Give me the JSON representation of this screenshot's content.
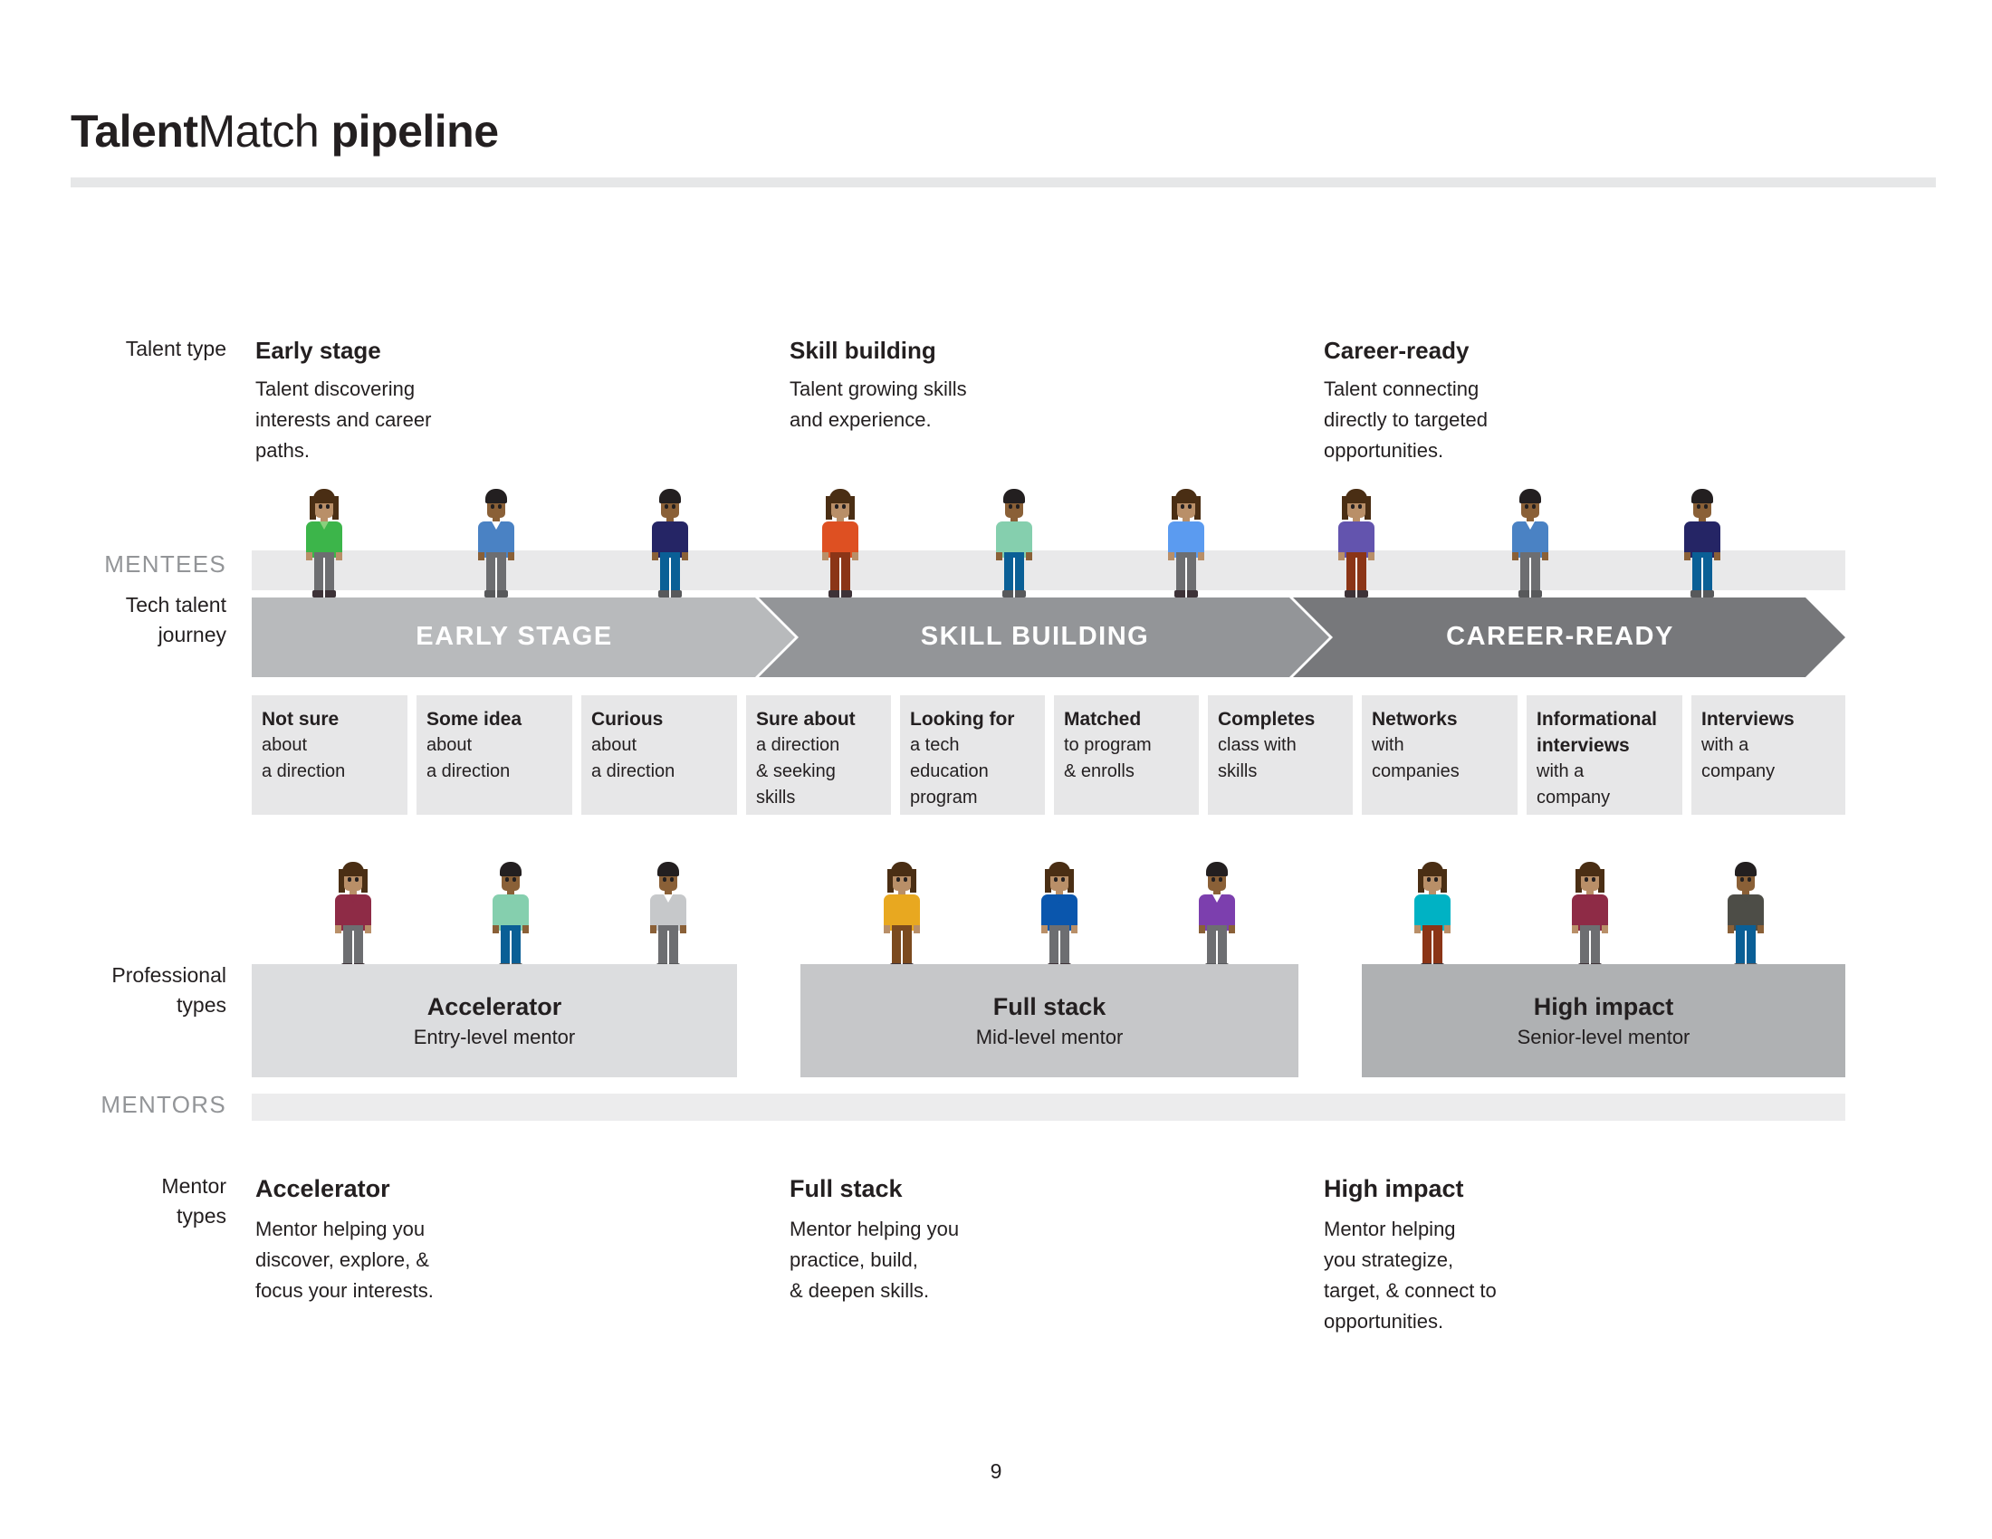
{
  "title": {
    "part_bold_1": "Talent",
    "part_light": "Match",
    "part_bold_2": " pipeline"
  },
  "gutter_labels": {
    "talent_type": "Talent type",
    "mentees": "MENTEES",
    "tech_talent_journey_l1": "Tech talent",
    "tech_talent_journey_l2": "journey",
    "professional_types_l1": "Professional",
    "professional_types_l2": "types",
    "mentors": "MENTORS",
    "mentor_types_l1": "Mentor",
    "mentor_types_l2": "types"
  },
  "talent_types": [
    {
      "title": "Early stage",
      "desc_l1": "Talent discovering",
      "desc_l2": "interests and career",
      "desc_l3": "paths."
    },
    {
      "title": "Skill building",
      "desc_l1": "Talent growing skills",
      "desc_l2": "and experience.",
      "desc_l3": ""
    },
    {
      "title": "Career-ready",
      "desc_l1": "Talent connecting",
      "desc_l2": "directly to targeted",
      "desc_l3": "opportunities."
    }
  ],
  "journey_arrow": {
    "segments": [
      {
        "label": "EARLY STAGE",
        "color": "#b8babc"
      },
      {
        "label": "SKILL BUILDING",
        "color": "#939598"
      },
      {
        "label": "CAREER-READY",
        "color": "#77787b"
      }
    ]
  },
  "stage_boxes": [
    {
      "bold": "Not sure",
      "lines": [
        "about",
        "a direction"
      ]
    },
    {
      "bold": "Some idea",
      "lines": [
        "about",
        "a direction"
      ]
    },
    {
      "bold": "Curious",
      "lines": [
        "about",
        "a direction"
      ]
    },
    {
      "bold": "Sure about",
      "lines": [
        "a direction",
        "& seeking",
        "skills"
      ]
    },
    {
      "bold": "Looking for",
      "lines": [
        "a tech",
        "education",
        "program"
      ]
    },
    {
      "bold": "Matched",
      "lines": [
        "to program",
        "& enrolls"
      ]
    },
    {
      "bold": "Completes",
      "lines": [
        "class with",
        "skills"
      ]
    },
    {
      "bold": "Networks",
      "lines": [
        "with",
        "companies"
      ]
    },
    {
      "bold": "Informational interviews",
      "lines": [
        "with a",
        "company"
      ]
    },
    {
      "bold": "Interviews",
      "lines": [
        "with a",
        "company"
      ]
    }
  ],
  "professional_bands": [
    {
      "title": "Accelerator",
      "sub": "Entry-level mentor",
      "color": "#dcdddf"
    },
    {
      "title": "Full stack",
      "sub": "Mid-level mentor",
      "color": "#c6c7c9"
    },
    {
      "title": "High impact",
      "sub": "Senior-level mentor",
      "color": "#afb1b3"
    }
  ],
  "mentor_types": [
    {
      "title": "Accelerator",
      "desc_l1": "Mentor helping you",
      "desc_l2": "discover, explore, &",
      "desc_l3": "focus your interests.",
      "desc_l4": ""
    },
    {
      "title": "Full stack",
      "desc_l1": "Mentor helping you",
      "desc_l2": "practice, build,",
      "desc_l3": "& deepen skills.",
      "desc_l4": ""
    },
    {
      "title": "High impact",
      "desc_l1": "Mentor helping",
      "desc_l2": "you strategize,",
      "desc_l3": "target, & connect to",
      "desc_l4": "opportunities."
    }
  ],
  "mentee_figures": [
    {
      "hair": "#4a2e14",
      "long": true,
      "skin": "#b98f68",
      "top": "#3cb54a",
      "collar": "#8bcf7d",
      "legs": "#6d6e71",
      "shoes": "#3d3237"
    },
    {
      "hair": "#231f20",
      "long": false,
      "skin": "#8a6037",
      "top": "#4a82c4",
      "collar": "#ffffff",
      "legs": "#6d6e71",
      "shoes": "#58595b"
    },
    {
      "hair": "#231f20",
      "long": false,
      "skin": "#8a6037",
      "top": "#252565",
      "collar": "#252565",
      "legs": "#0a5f96",
      "shoes": "#58595b"
    },
    {
      "hair": "#4a2e14",
      "long": true,
      "skin": "#b98f68",
      "top": "#de5022",
      "collar": "#de5022",
      "legs": "#8b3517",
      "shoes": "#3d3237"
    },
    {
      "hair": "#231f20",
      "long": false,
      "skin": "#8a6037",
      "top": "#85cfae",
      "collar": "#85cfae",
      "legs": "#0a5f96",
      "shoes": "#58595b"
    },
    {
      "hair": "#4a2e14",
      "long": true,
      "skin": "#b98f68",
      "top": "#5b9bf0",
      "collar": "#5b9bf0",
      "legs": "#6d6e71",
      "shoes": "#3d3237"
    },
    {
      "hair": "#4a2e14",
      "long": true,
      "skin": "#b98f68",
      "top": "#6354ae",
      "collar": "#6354ae",
      "legs": "#8b3517",
      "shoes": "#3d3237"
    },
    {
      "hair": "#231f20",
      "long": false,
      "skin": "#8a6037",
      "top": "#4a82c4",
      "collar": "#ffffff",
      "legs": "#6d6e71",
      "shoes": "#58595b"
    },
    {
      "hair": "#231f20",
      "long": false,
      "skin": "#8a6037",
      "top": "#252565",
      "collar": "#252565",
      "legs": "#0a5f96",
      "shoes": "#58595b"
    }
  ],
  "mentor_figures": [
    {
      "hair": "#4a2e14",
      "long": true,
      "skin": "#b98f68",
      "top": "#8e2b46",
      "collar": "#8e2b46",
      "legs": "#6d6e71",
      "shoes": "#3d3237"
    },
    {
      "hair": "#231f20",
      "long": false,
      "skin": "#8a6037",
      "top": "#85cfae",
      "collar": "#85cfae",
      "legs": "#0a5f96",
      "shoes": "#58595b"
    },
    {
      "hair": "#231f20",
      "long": false,
      "skin": "#8a6037",
      "top": "#c6c8ca",
      "collar": "#ffffff",
      "legs": "#6d6e71",
      "shoes": "#58595b"
    },
    {
      "hair": "#4a2e14",
      "long": true,
      "skin": "#b98f68",
      "top": "#e8a820",
      "collar": "#e8a820",
      "legs": "#7b4a1f",
      "shoes": "#3d3237"
    },
    {
      "hair": "#4a2e14",
      "long": true,
      "skin": "#b98f68",
      "top": "#0a56ad",
      "collar": "#0a56ad",
      "legs": "#6d6e71",
      "shoes": "#3d3237"
    },
    {
      "hair": "#231f20",
      "long": false,
      "skin": "#8a6037",
      "top": "#7c3fae",
      "collar": "#ffffff",
      "legs": "#6d6e71",
      "shoes": "#58595b"
    },
    {
      "hair": "#4a2e14",
      "long": true,
      "skin": "#b98f68",
      "top": "#00b2c4",
      "collar": "#00b2c4",
      "legs": "#8b3517",
      "shoes": "#3d3237"
    },
    {
      "hair": "#4a2e14",
      "long": true,
      "skin": "#b98f68",
      "top": "#8e2b46",
      "collar": "#8e2b46",
      "legs": "#6d6e71",
      "shoes": "#3d3237"
    },
    {
      "hair": "#231f20",
      "long": false,
      "skin": "#8a6037",
      "top": "#4d4d47",
      "collar": "#4d4d47",
      "legs": "#0a5f96",
      "shoes": "#58595b"
    }
  ],
  "footer": {
    "page_number": "9"
  }
}
